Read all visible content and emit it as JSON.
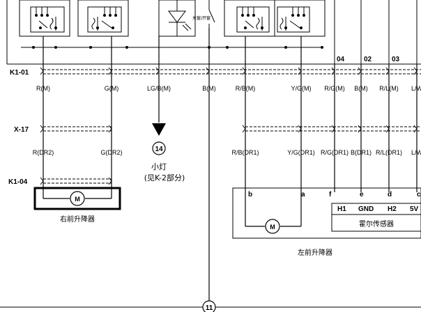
{
  "connectors": {
    "k1_01": "K1-01",
    "x_17": "X-17",
    "k1_04": "K1-04"
  },
  "top_wires": {
    "w1": "R(M)",
    "w2": "G(M)",
    "w3": "LG/B(M)",
    "w4": "B(M)",
    "w5": "R/B(M)",
    "w6": "Y/G(M)",
    "w7": "R/G(M)",
    "w8": "B(M)",
    "w9": "R/L(M)",
    "w10": "L/W"
  },
  "mid_wires": {
    "w1": "R(DR2)",
    "w2": "G(DR2)",
    "w5": "R/B(DR1)",
    "w6": "Y/G(DR1)",
    "w7": "R/G(DR1)",
    "w8": "B(DR1)",
    "w9": "R/L(DR1)",
    "w10": "L/W"
  },
  "pins_top": {
    "p04": "04",
    "p02": "02",
    "p03": "03"
  },
  "pins_bottom": {
    "b": "b",
    "a": "a",
    "f": "f",
    "e": "e",
    "d": "d",
    "c": "c"
  },
  "switch_label": "关窗/开窗",
  "ref14": {
    "num": "14",
    "name": "小灯",
    "see": "(见K-2部分)"
  },
  "ground_ref": "11",
  "motor_symbol": "M",
  "right_lifter": "右前升降器",
  "left_lifter": "左前升降器",
  "hall": {
    "h1": "H1",
    "gnd": "GND",
    "h2": "H2",
    "v5": "5V",
    "name": "霍尔传感器"
  }
}
